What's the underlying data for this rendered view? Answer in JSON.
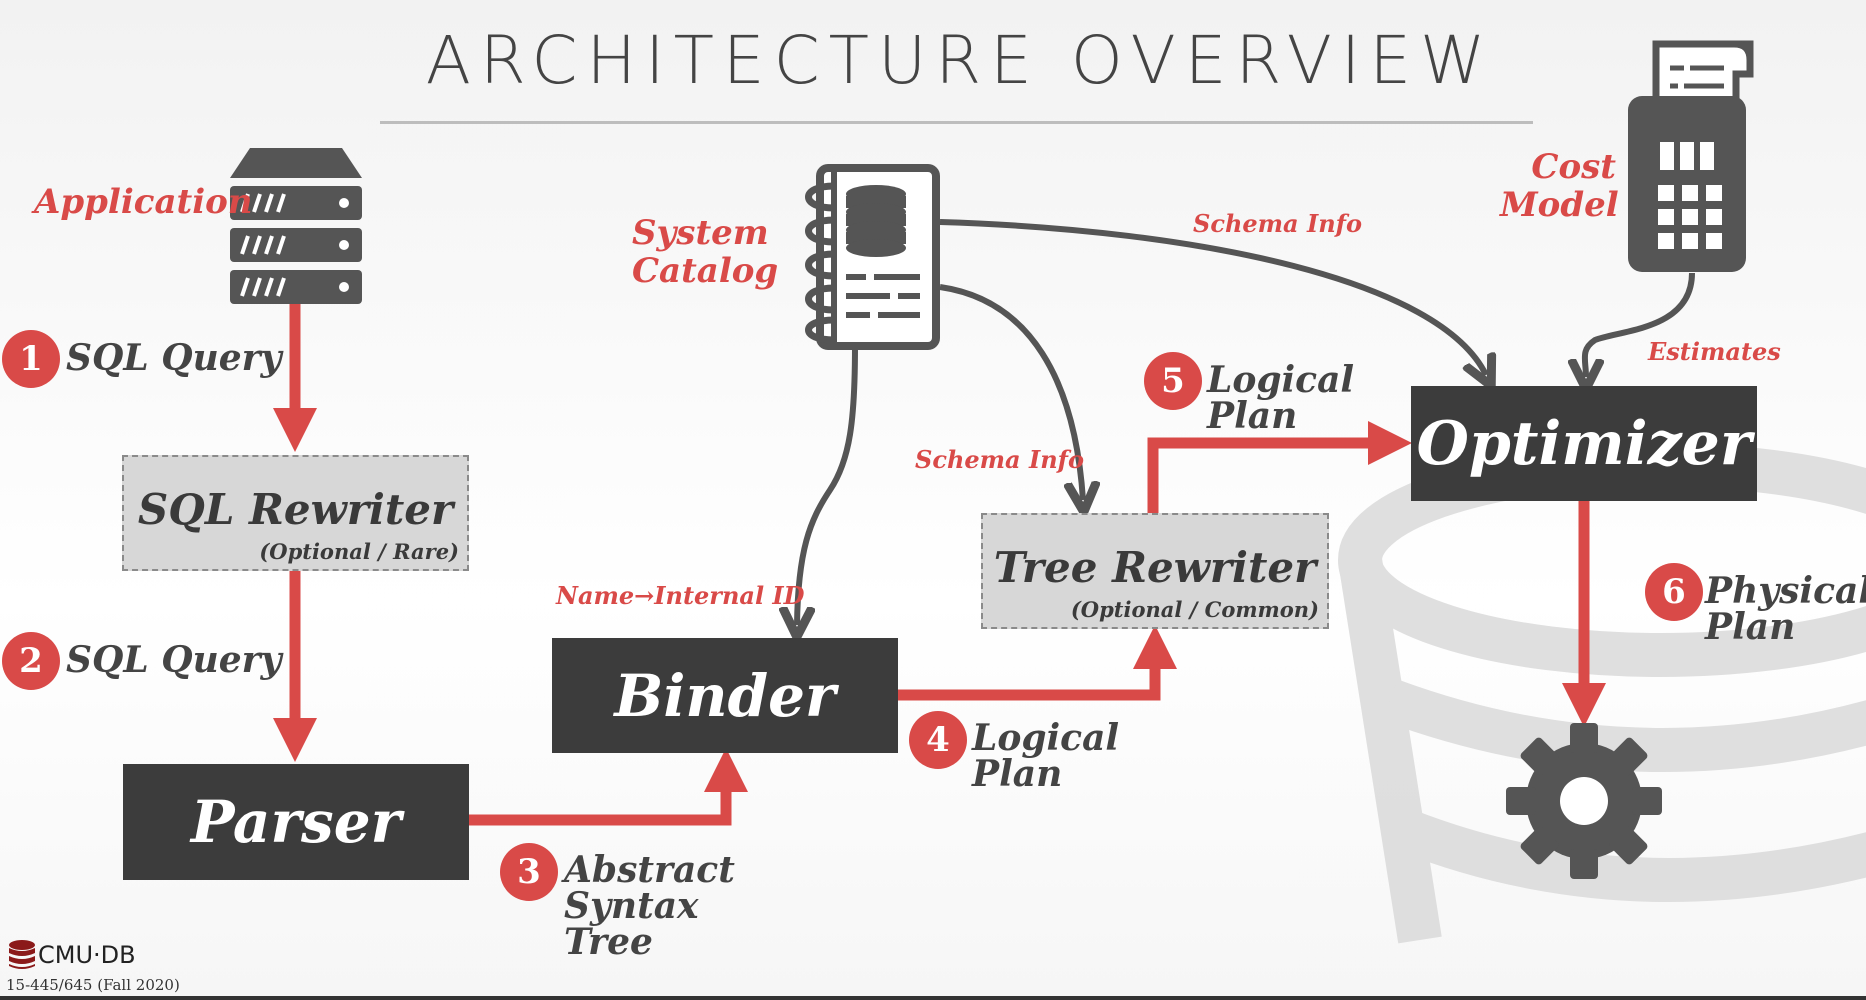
{
  "slide": {
    "title": "ARCHITECTURE OVERVIEW"
  },
  "labels": {
    "application": "Application",
    "system_catalog_1": "System",
    "system_catalog_2": "Catalog",
    "cost_model_1": "Cost",
    "cost_model_2": "Model",
    "schema_info_top": "Schema Info",
    "schema_info_mid": "Schema Info",
    "estimates": "Estimates",
    "name_internal": "Name→Internal ID"
  },
  "boxes": {
    "sql_rewriter": "SQL Rewriter",
    "sql_rewriter_note": "(Optional / Rare)",
    "parser": "Parser",
    "binder": "Binder",
    "tree_rewriter": "Tree Rewriter",
    "tree_rewriter_note": "(Optional / Common)",
    "optimizer": "Optimizer"
  },
  "steps": [
    {
      "num": "1",
      "line1": "SQL Query",
      "line2": "",
      "line3": ""
    },
    {
      "num": "2",
      "line1": "SQL Query",
      "line2": "",
      "line3": ""
    },
    {
      "num": "3",
      "line1": "Abstract",
      "line2": "Syntax",
      "line3": "Tree"
    },
    {
      "num": "4",
      "line1": "Logical",
      "line2": "Plan",
      "line3": ""
    },
    {
      "num": "5",
      "line1": "Logical",
      "line2": "Plan",
      "line3": ""
    },
    {
      "num": "6",
      "line1": "Physical",
      "line2": "Plan",
      "line3": ""
    }
  ],
  "footer": {
    "logo_text": "CMU·DB",
    "course": "15-445/645 (Fall 2020)"
  },
  "colors": {
    "accent": "#d94a48",
    "dark": "#3c3c3c",
    "icon": "#555555"
  }
}
